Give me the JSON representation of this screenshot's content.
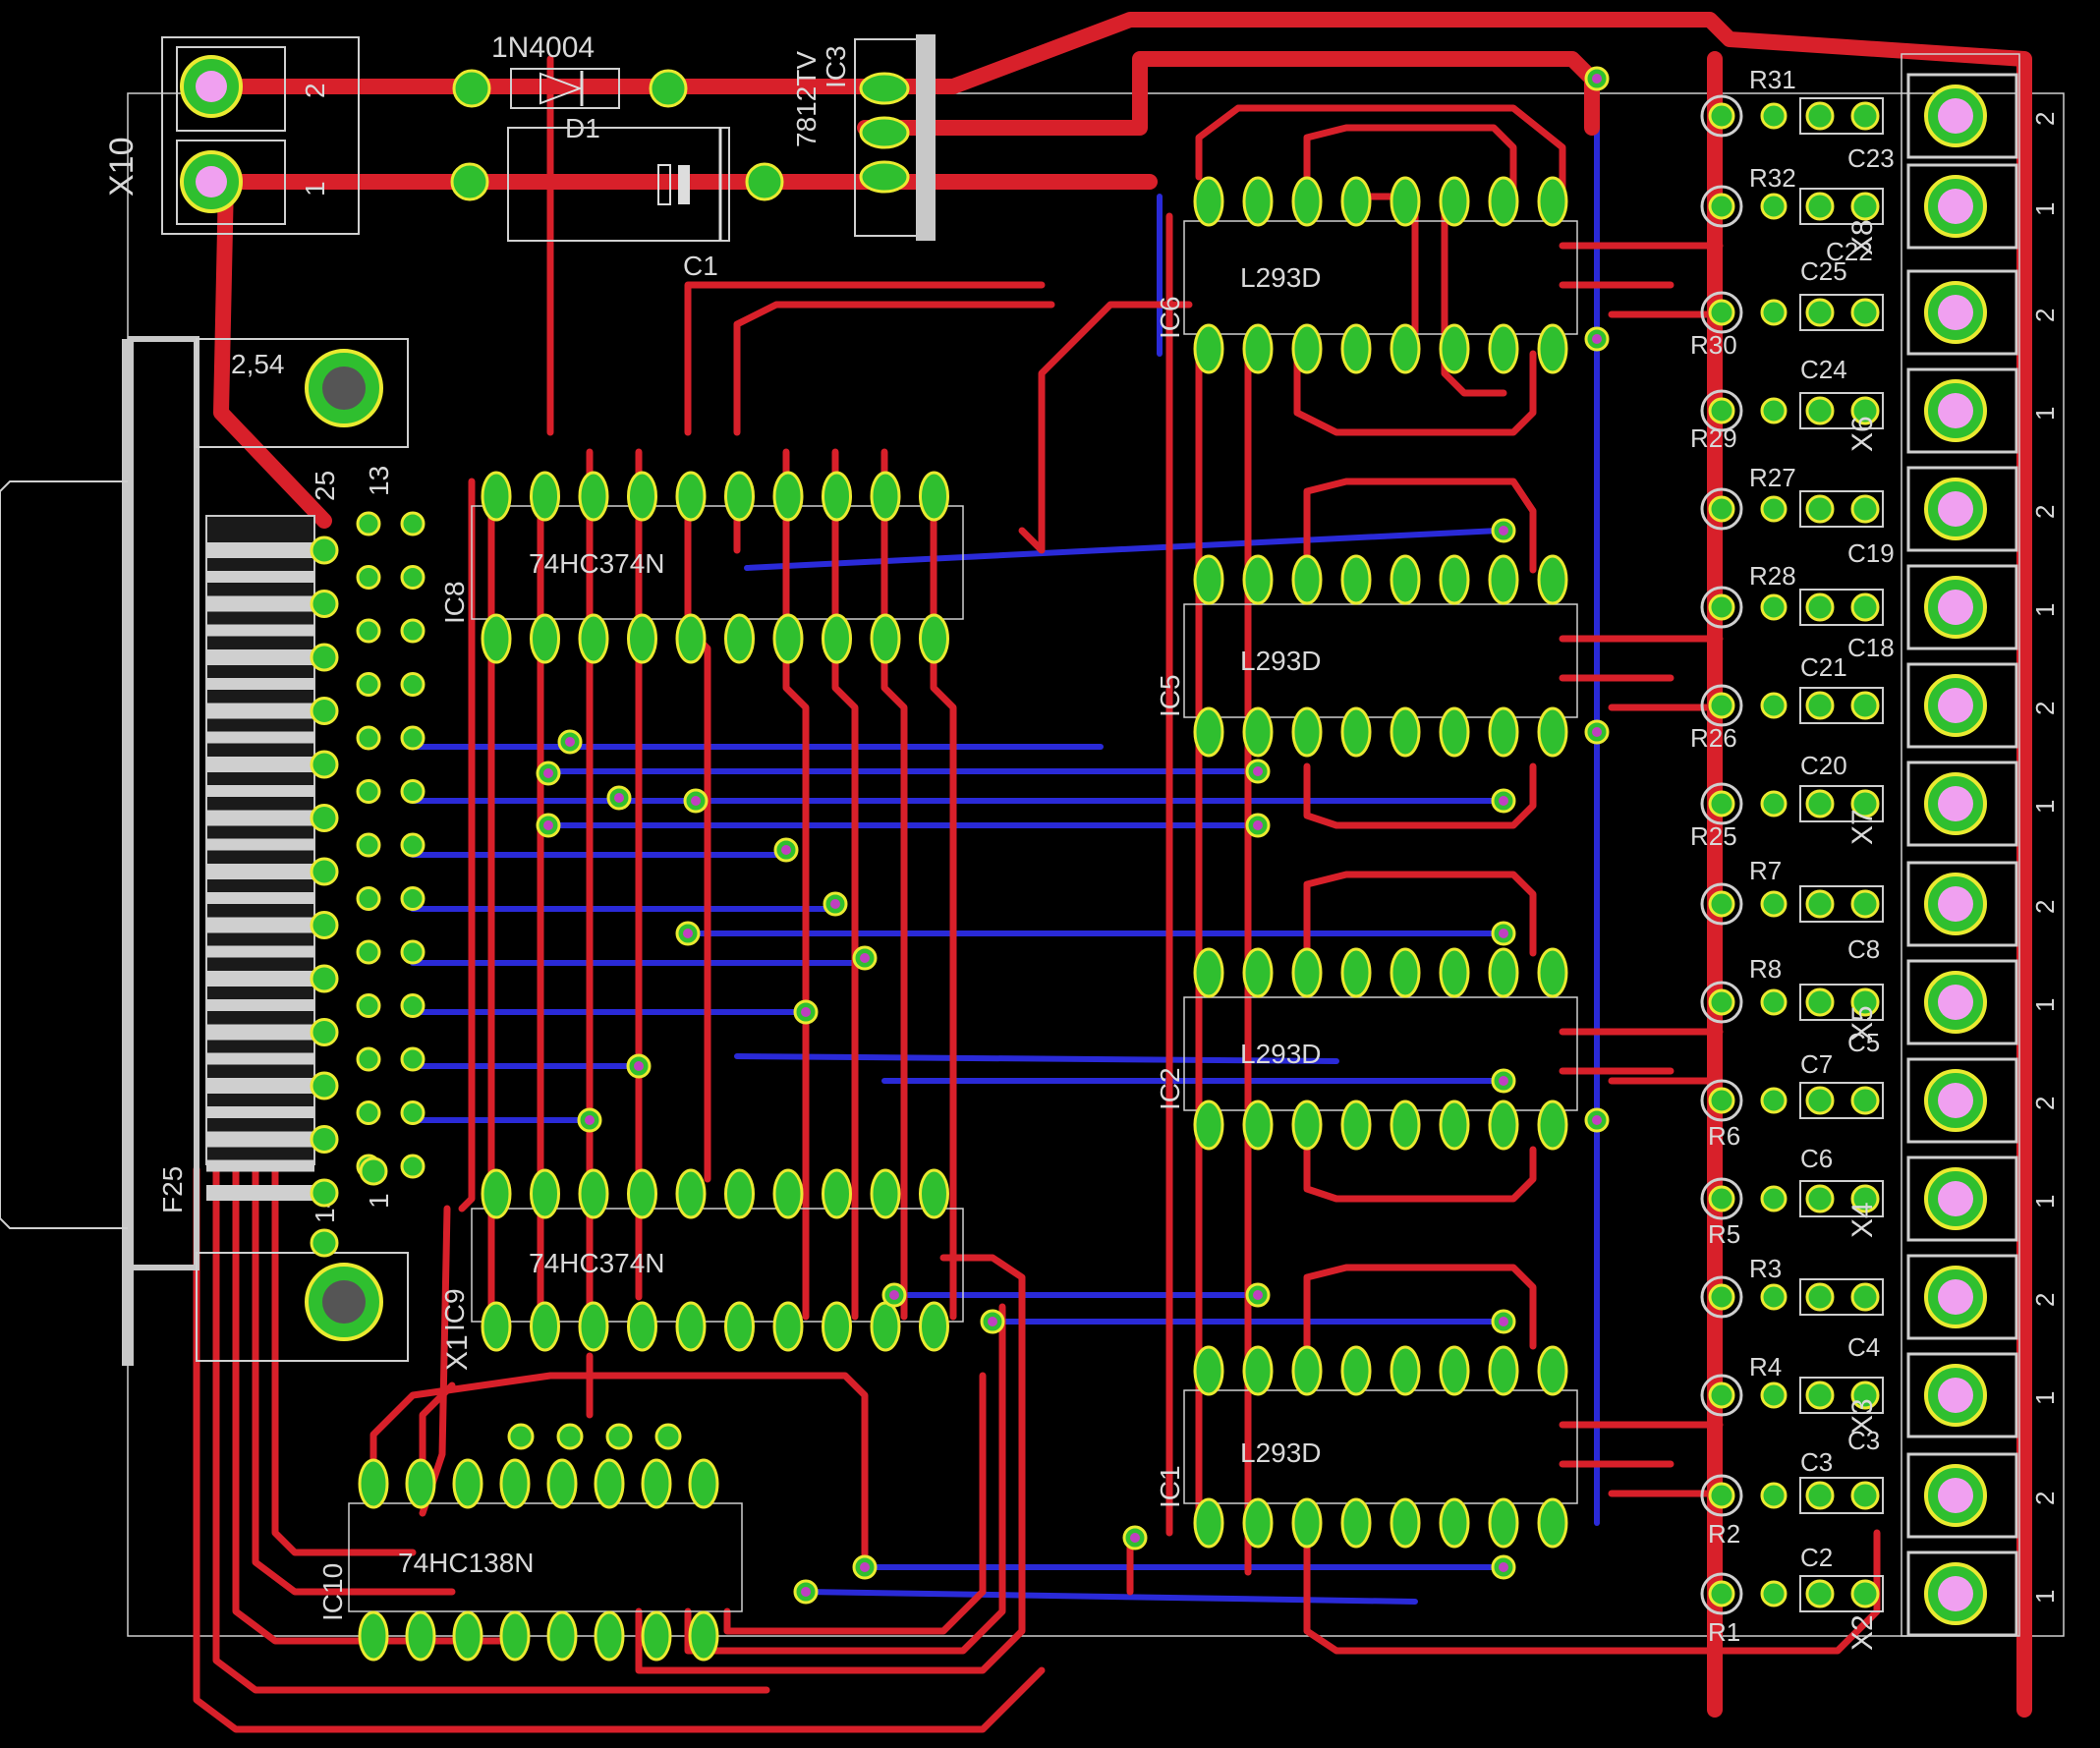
{
  "colors": {
    "background": "#000000",
    "top_copper": "#d8202a",
    "bottom_copper": "#2a2ad8",
    "pad_fill": "#eaea30",
    "pad_ring": "#2fbf2f",
    "via": "#c040c0",
    "silkscreen": "#d0d0d0",
    "terminal_pad": "#f0a0f0"
  },
  "components": {
    "x10": {
      "ref": "X10",
      "pin1": "1",
      "pin2": "2"
    },
    "d1": {
      "ref": "D1",
      "value": "1N4004"
    },
    "c1": {
      "ref": "C1"
    },
    "ic3": {
      "ref": "IC3",
      "value": "7812TV"
    },
    "ic6": {
      "ref": "IC6",
      "value": "L293D"
    },
    "ic5": {
      "ref": "IC5",
      "value": "L293D"
    },
    "ic2": {
      "ref": "IC2",
      "value": "L293D"
    },
    "ic1": {
      "ref": "IC1",
      "value": "L293D"
    },
    "ic8": {
      "ref": "IC8",
      "value": "74HC374N"
    },
    "ic9": {
      "ref": "IC9",
      "value": "74HC374N"
    },
    "ic10": {
      "ref": "IC10",
      "value": "74HC138N"
    },
    "x1": {
      "ref": "X1",
      "value": "F25",
      "hole_label": "2,54",
      "pin25": "25",
      "pin13": "13",
      "pin14": "14",
      "pin1": "1"
    }
  },
  "right_column": {
    "resistors": [
      "R31",
      "R32",
      "R30",
      "R29",
      "R27",
      "R28",
      "R26",
      "R25",
      "R7",
      "R8",
      "R6",
      "R5",
      "R3",
      "R4",
      "R2",
      "R1"
    ],
    "capacitors": [
      "C23",
      "C22",
      "C25",
      "C24",
      "C19",
      "C18",
      "C21",
      "C20",
      "C8",
      "C5",
      "C7",
      "C6",
      "C4",
      "C3",
      "C3",
      "C2"
    ],
    "connectors": [
      "X8",
      "X6",
      "X7",
      "X5",
      "X4",
      "X3",
      "X2"
    ],
    "pin_labels": [
      "2",
      "1"
    ]
  }
}
